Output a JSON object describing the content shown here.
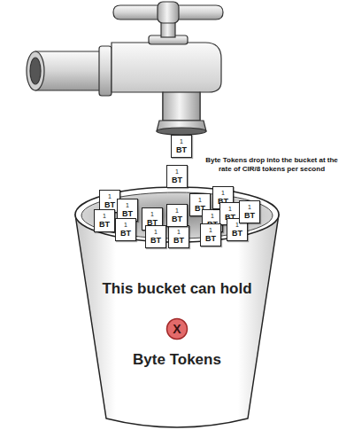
{
  "diagram": {
    "nodes": [
      {
        "text": [
          "1",
          "BT"
        ]
      },
      {
        "text": [
          "1",
          "BT"
        ]
      },
      {
        "text": [
          "This bucket can hold",
          "Byte Tokens"
        ]
      },
      {
        "text": [
          "1",
          "BT"
        ],
        "in": 2
      },
      {
        "text": [
          "1",
          "BT"
        ],
        "in": 2
      },
      {
        "text": [
          "1",
          "BT"
        ],
        "in": 2
      },
      {
        "text": [
          "1",
          "BT"
        ],
        "in": 2
      },
      {
        "text": [
          "1",
          "BT"
        ],
        "in": 2
      },
      {
        "text": [
          "1",
          "BT"
        ],
        "in": 2
      },
      {
        "text": [
          "1",
          "BT"
        ],
        "in": 2
      },
      {
        "text": [
          "1",
          "BT"
        ],
        "in": 2
      },
      {
        "text": [
          "1",
          "BT"
        ],
        "in": 2
      },
      {
        "text": [
          "1",
          "BT"
        ],
        "in": 2
      },
      {
        "text": [
          "1",
          "BT"
        ],
        "in": 2
      },
      {
        "text": [
          "1",
          "BT"
        ],
        "in": 2
      },
      {
        "text": [
          "1",
          "BT"
        ],
        "in": 2
      },
      {
        "text": [
          "1",
          "BT"
        ],
        "in": 2
      },
      {
        "text": [
          "1",
          "BT"
        ],
        "in": 2
      },
      {
        "text": [
          "X"
        ],
        "in": 2
      }
    ],
    "labels": [
      "Byte Tokens drop into the bucket at the rate of CIR/8 tokens per second"
    ]
  }
}
